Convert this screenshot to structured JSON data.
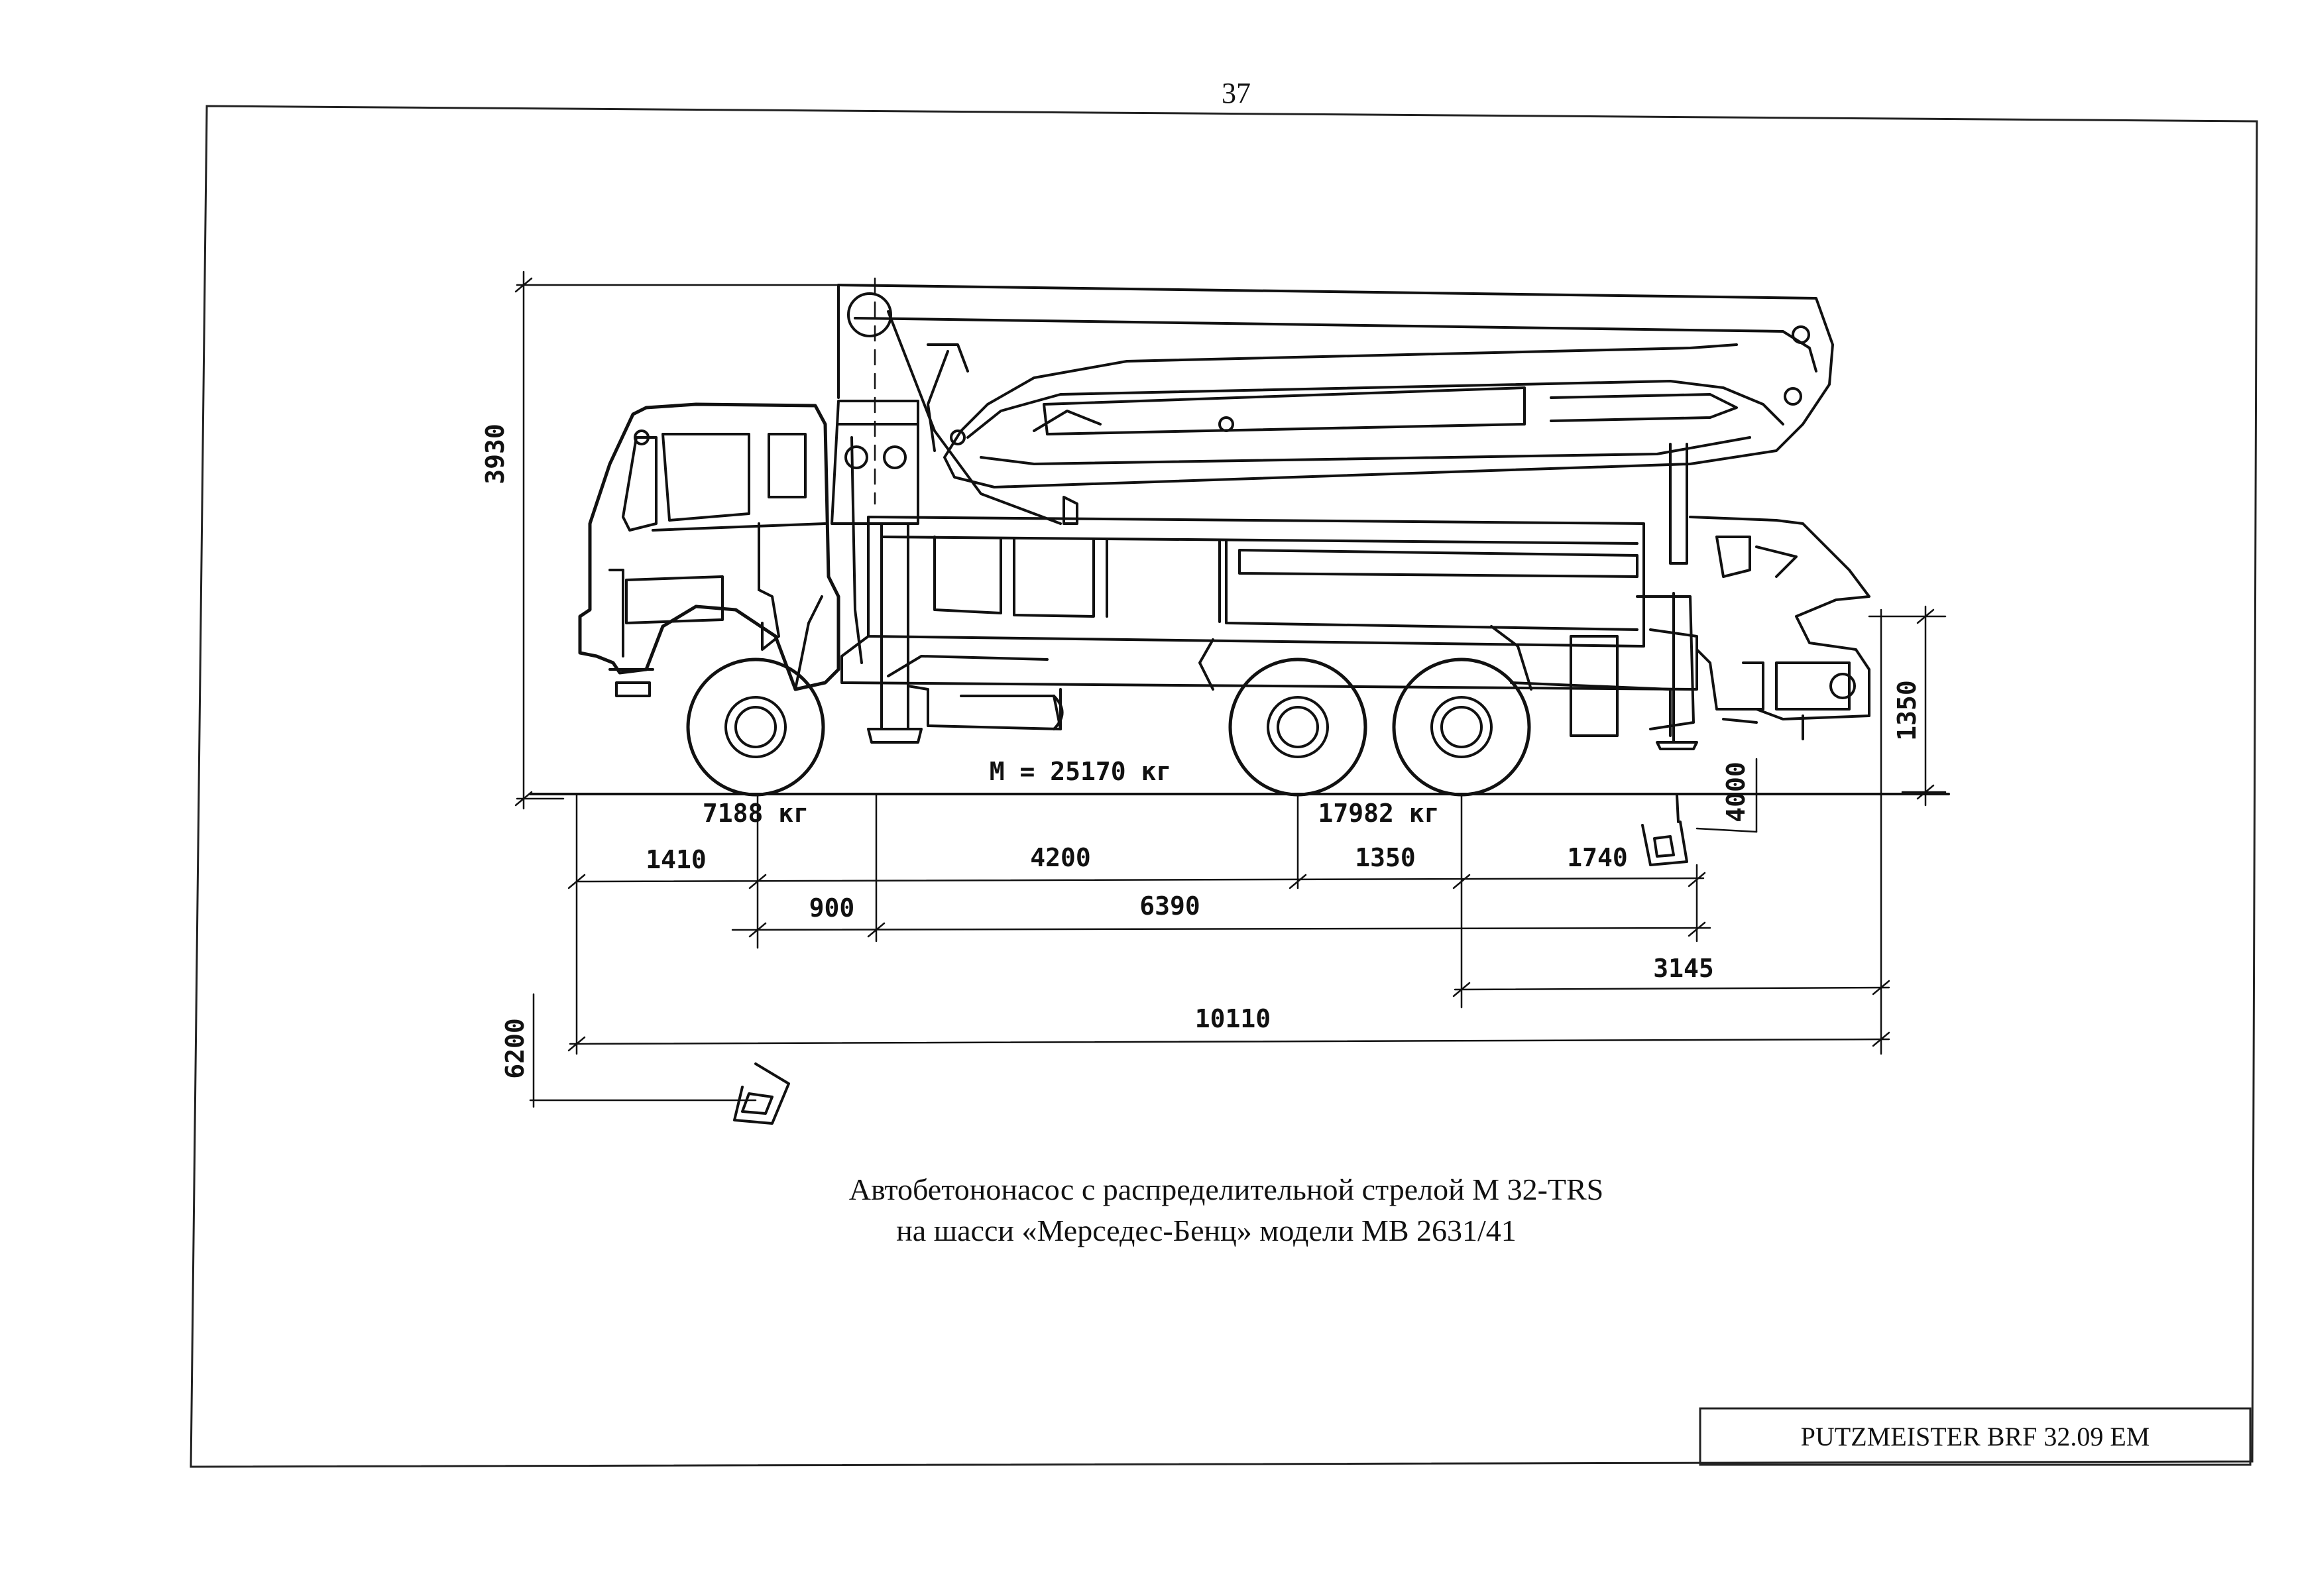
{
  "page_number": "37",
  "caption": {
    "line1": "Автобетононасос с распределительной стрелой М 32-TRS",
    "line2": "на шасси «Мерседес-Бенц» модели МВ 2631/41"
  },
  "title_block": "PUTZMEISTER BRF 32.09 EM",
  "weights": {
    "total": "М = 25170 кг",
    "front_axle": "7188 кг",
    "rear_axles": "17982 кг"
  },
  "dimensions": {
    "overall_height": "3930",
    "outrigger_front": "6200",
    "outrigger_rear": "4000",
    "hopper_height": "1350",
    "front_overhang": "1410",
    "wheelbase": "4200",
    "rear_axle_spacing": "1350",
    "rear_overhang": "1740",
    "front_outrigger_offset": "900",
    "outrigger_base": "6390",
    "rear_to_end": "3145",
    "overall_length": "10110"
  }
}
